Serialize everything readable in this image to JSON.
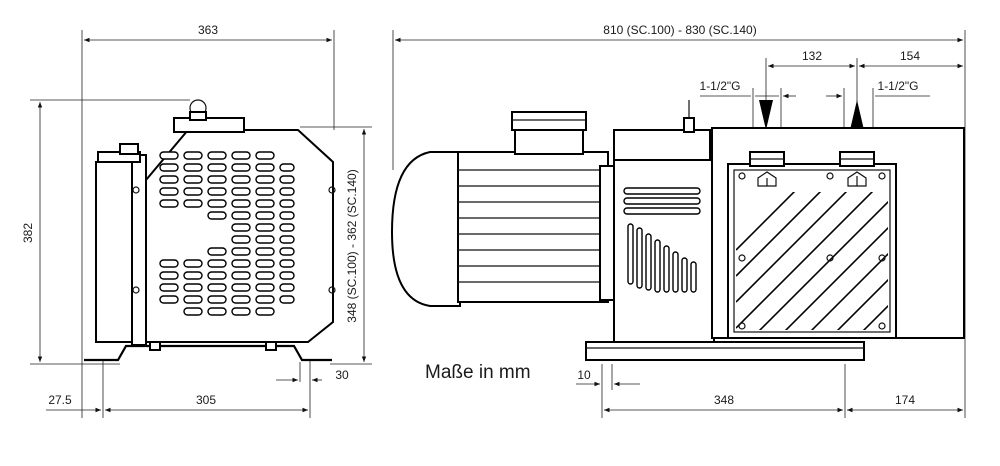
{
  "drawing": {
    "side_view": {
      "overall_width": "363",
      "overall_height": "382",
      "height_range": "348 (SC.100) - 362 (SC.140)",
      "base_offset": "27.5",
      "foot_spacing": "305",
      "foot_width": "30"
    },
    "front_view": {
      "overall_length": "810 (SC.100) - 830 (SC.140)",
      "port_spacing": "132",
      "port_to_end": "154",
      "inlet_thread": "1-1/2\"G",
      "outlet_thread": "1-1/2\"G",
      "foot_offset": "10",
      "foot_spacing": "348",
      "rear_overhang": "174"
    },
    "units_note": "Maße in mm"
  }
}
